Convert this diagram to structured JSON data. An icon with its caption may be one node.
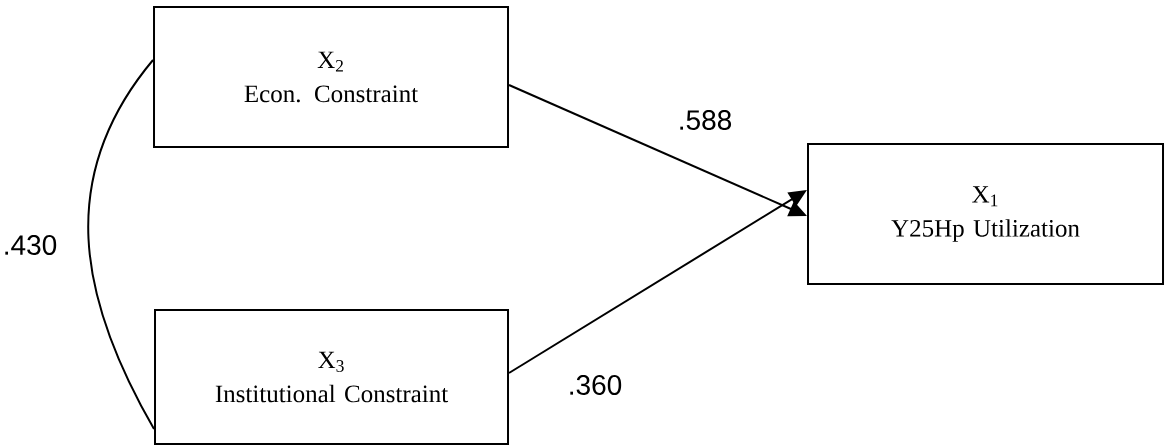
{
  "diagram": {
    "nodes": [
      {
        "text": [
          "X$_{2}$",
          "Econ. Constraint"
        ]
      },
      {
        "text": [
          "X$_{3}$",
          "Institutional Constraint"
        ]
      },
      {
        "text": [
          "X$_{1}$",
          "Y25Hp Utilization"
        ]
      }
    ],
    "edges": [
      {
        "from": 0,
        "to": 2,
        "arrow": "to",
        "label": ".588"
      },
      {
        "from": 1,
        "to": 2,
        "arrow": "to",
        "label": ".360"
      },
      {
        "from": 0,
        "to": 1,
        "arrow": "none",
        "label": ".430"
      }
    ]
  }
}
